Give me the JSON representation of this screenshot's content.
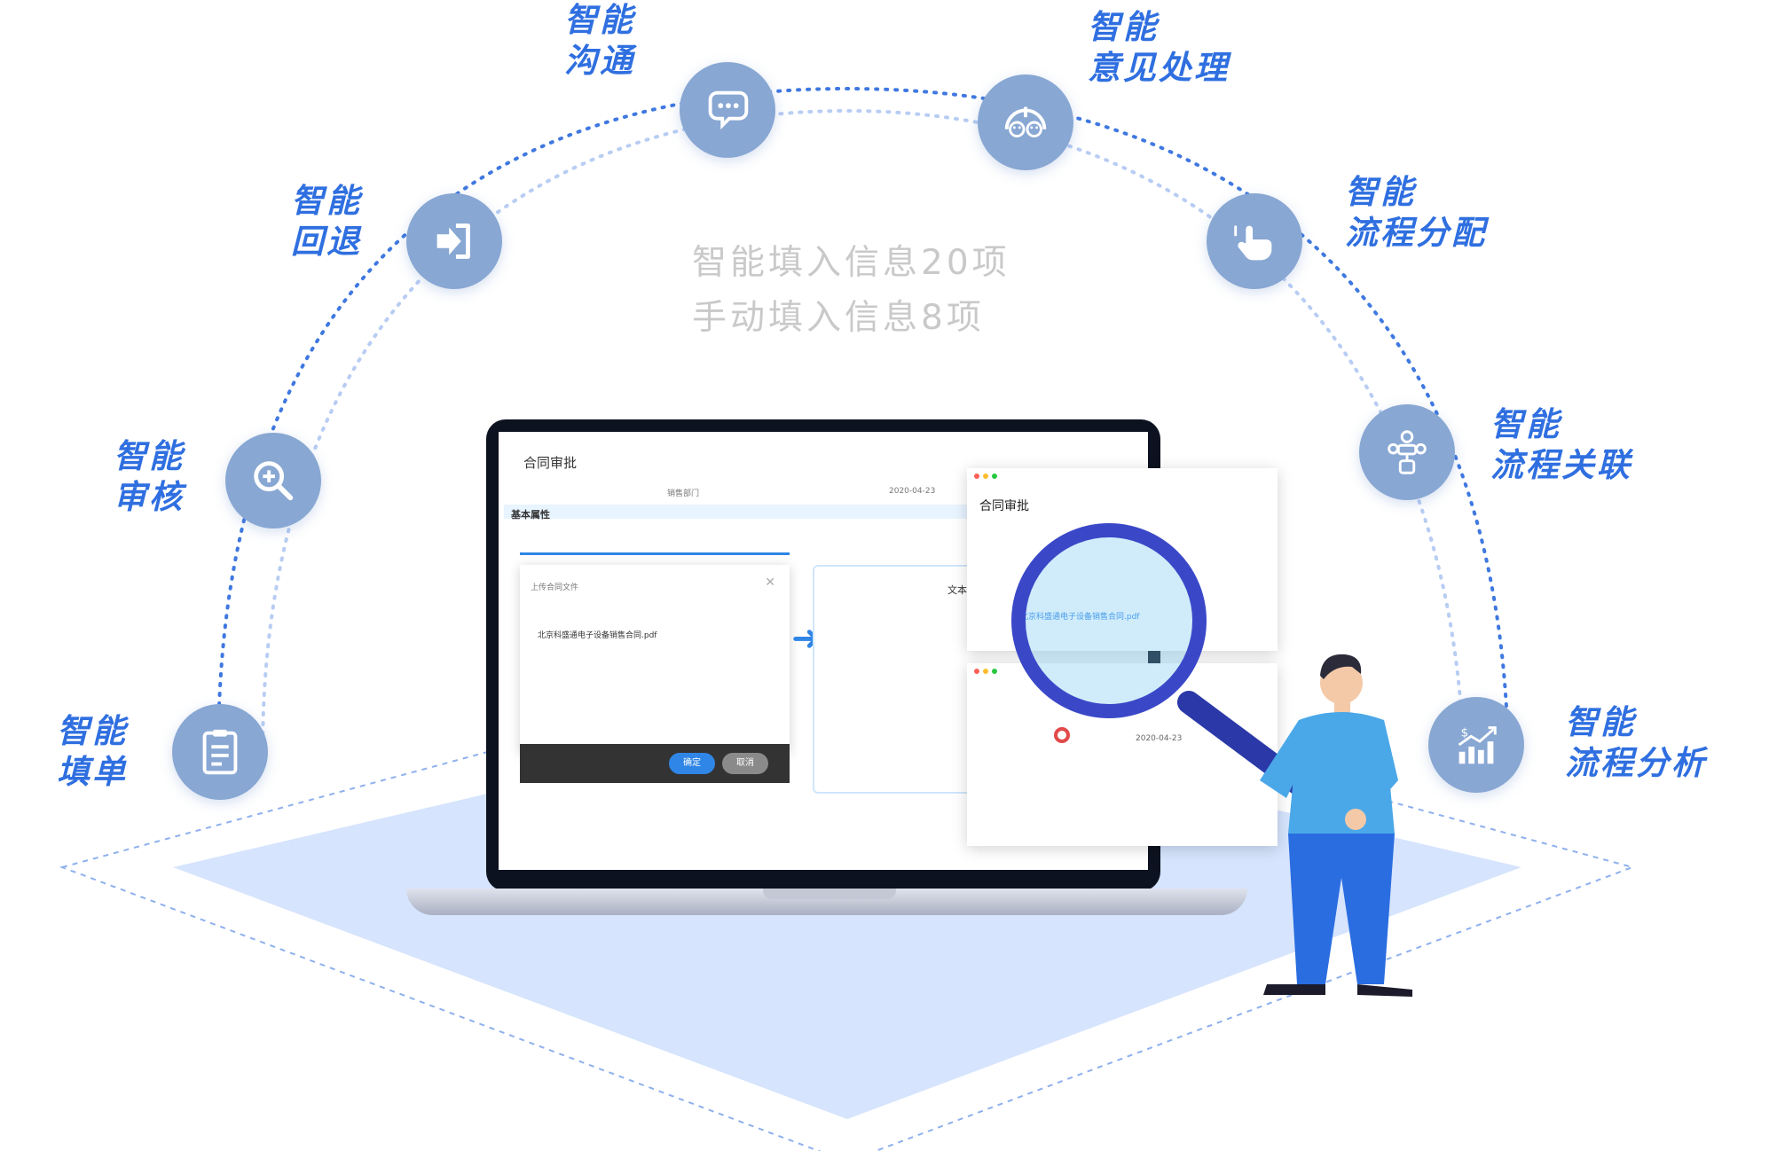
{
  "center_text": {
    "line1": "智能填入信息20项",
    "line2": "手动填入信息8项"
  },
  "features": [
    {
      "line1": "智能",
      "line2": "填单",
      "icon": "clipboard-list-icon"
    },
    {
      "line1": "智能",
      "line2": "审核",
      "icon": "magnifier-plus-icon"
    },
    {
      "line1": "智能",
      "line2": "回退",
      "icon": "return-arrow-icon"
    },
    {
      "line1": "智能",
      "line2": "沟通",
      "icon": "chat-bubbles-icon"
    },
    {
      "line1": "智能",
      "line2": "意见处理",
      "icon": "emoji-faces-icon"
    },
    {
      "line1": "智能",
      "line2": "流程分配",
      "icon": "hand-pointer-icon"
    },
    {
      "line1": "智能",
      "line2": "流程关联",
      "icon": "people-network-icon"
    },
    {
      "line1": "智能",
      "line2": "流程分析",
      "icon": "growth-chart-icon"
    }
  ],
  "screen": {
    "title": "合同审批",
    "section": "基本属性",
    "date": "2020-04-23",
    "dept": "销售部门",
    "dialog_title": "上传合同文件",
    "file_name": "北京科盛通电子设备销售合同.pdf",
    "ok_label": "确定",
    "cancel_label": "取消",
    "sign_title": "文本编辑"
  },
  "popup": {
    "title": "合同审批",
    "file_name": "北京科盛通电子设备销售合同.pdf",
    "date": "2020-04-23"
  },
  "colors": {
    "node": "#88a7d3",
    "label": "#2f6fe0",
    "center_text": "#c9c9c9",
    "arc": "#3f78e0",
    "floor": "#d6e4fd"
  }
}
